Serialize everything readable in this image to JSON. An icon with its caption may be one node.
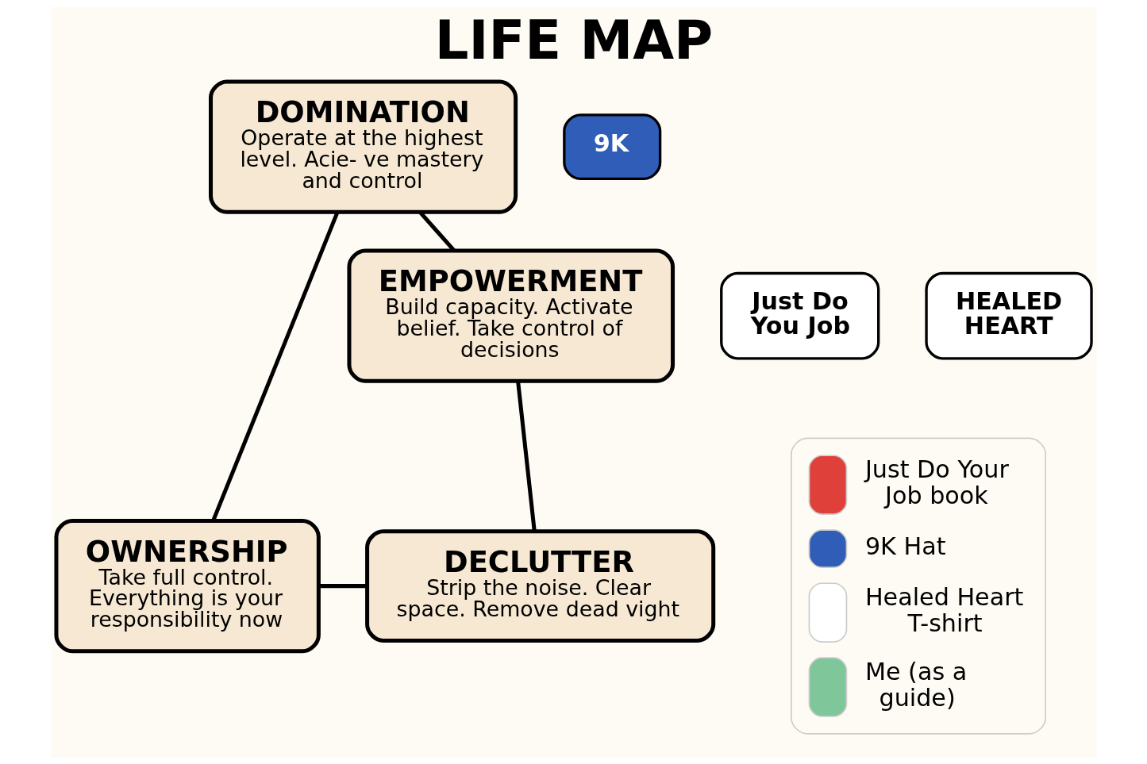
{
  "diagram": {
    "title": "LIFE MAP",
    "nodes": [
      {
        "text": [
          "DECLUTTER",
          "Strip the noise. Clear space. Remove dead vight"
        ]
      },
      {
        "text": [
          "EMPOWERMENT",
          "Build capacity. Activate belief. Take control of decisions"
        ]
      },
      {
        "text": [
          "DOMINATION",
          "Operate at the highest level. Acie- ve mastery and control"
        ]
      },
      {
        "text": [
          "OWNERSHIP",
          "Take full control. Everything is your responsibility now"
        ]
      }
    ],
    "edges": [
      {
        "from": 0,
        "to": 1,
        "arrow": "none"
      },
      {
        "from": 1,
        "to": 2,
        "arrow": "none"
      },
      {
        "from": 2,
        "to": 3,
        "arrow": "none"
      },
      {
        "from": 3,
        "to": 0,
        "arrow": "none"
      }
    ],
    "labels": [
      "9K",
      "Just Do You Job",
      "HEALED HEART"
    ],
    "legend": [
      {
        "text": "Just Do Your Job book"
      },
      {
        "text": "9K Hat"
      },
      {
        "text": "Healed Heart T-shirt"
      },
      {
        "text": "Me (as a guide)"
      }
    ]
  }
}
